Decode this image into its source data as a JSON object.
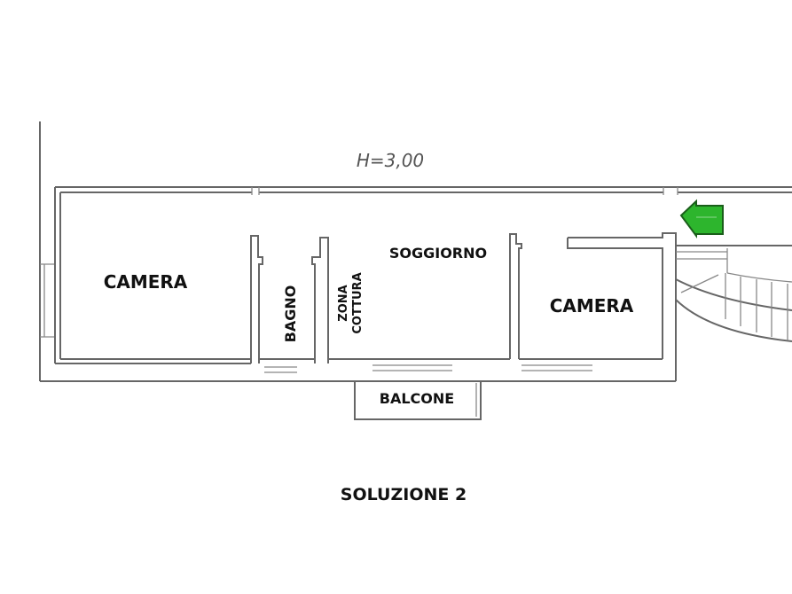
{
  "plan": {
    "height_note": "H=3,00",
    "rooms": {
      "camera_left": "CAMERA",
      "bagno": "BAGNO",
      "zona_cottura_line1": "ZONA",
      "zona_cottura_line2": "COTTURA",
      "soggiorno": "SOGGIORNO",
      "camera_right": "CAMERA",
      "balcone": "BALCONE"
    },
    "caption": "SOLUZIONE 2",
    "entrance_arrow": {
      "icon": "entrance-arrow-icon",
      "color": "#2db52d",
      "direction": "left"
    }
  }
}
